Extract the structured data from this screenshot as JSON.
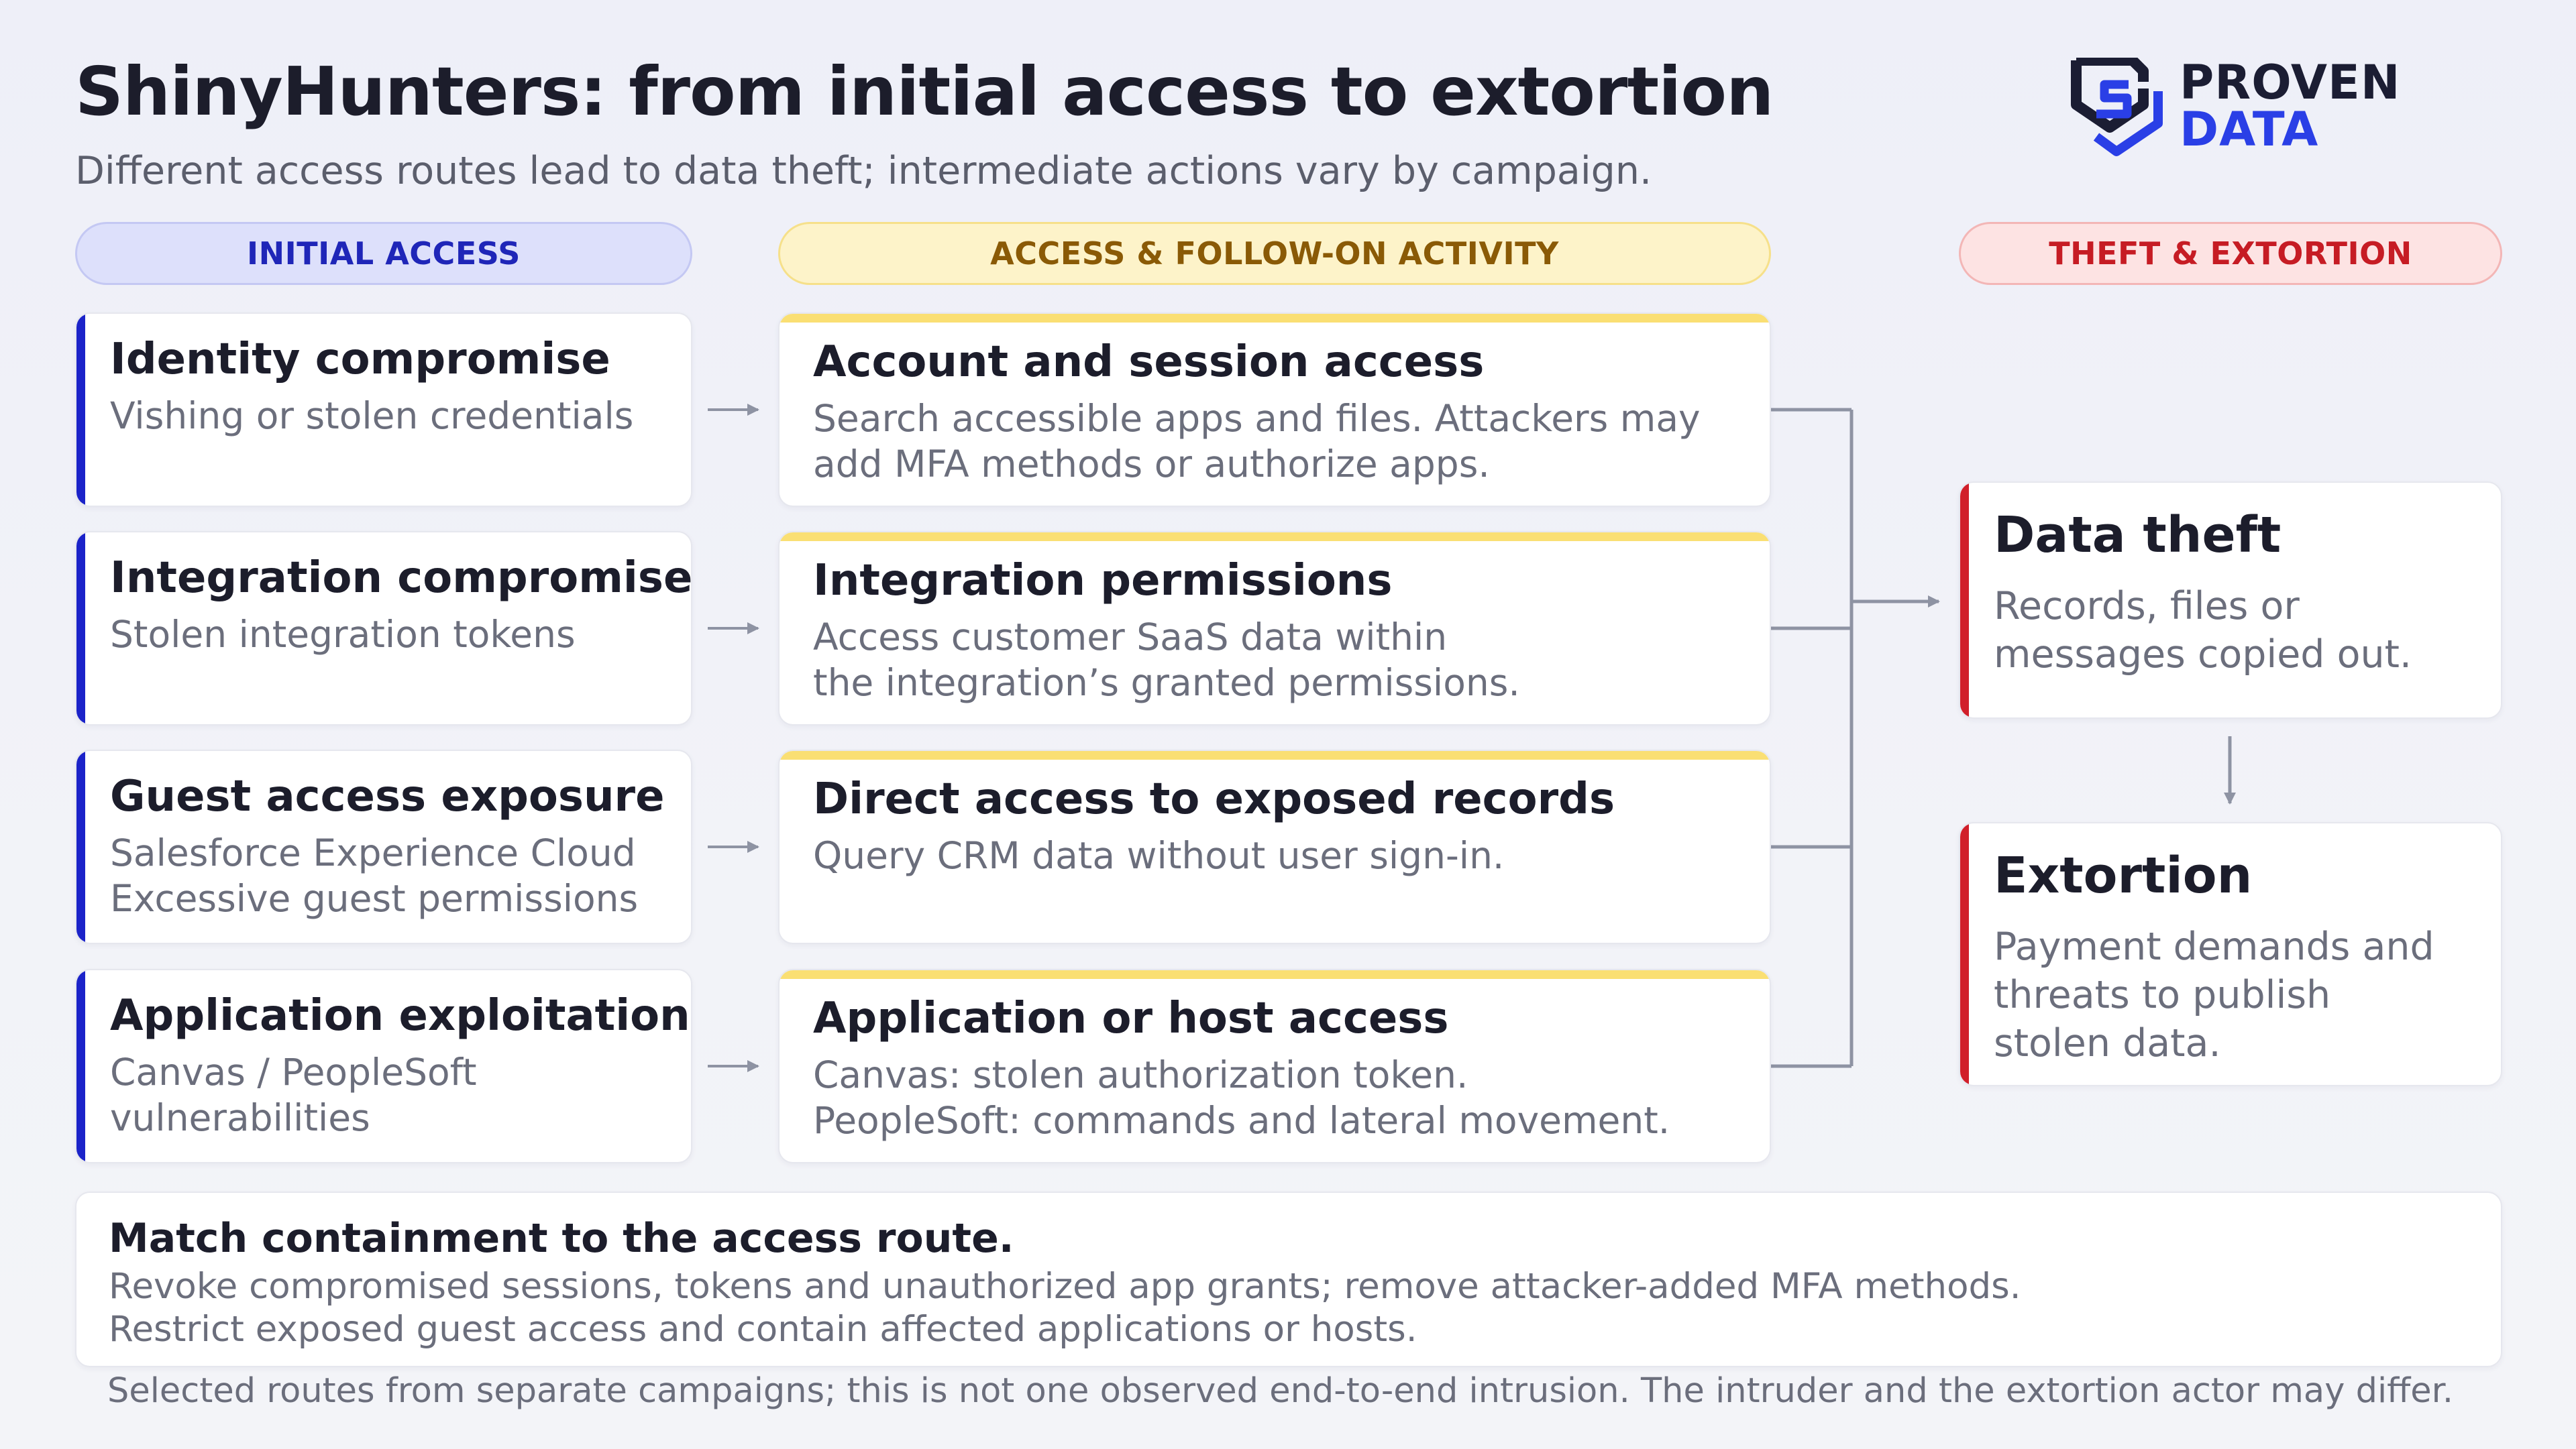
{
  "header": {
    "title": "ShinyHunters: from initial access to extortion",
    "subtitle": "Different access routes lead to data theft; intermediate actions vary by campaign."
  },
  "logo": {
    "line1": "PROVEN",
    "line2": "DATA",
    "icon": "shield-s-logo-icon"
  },
  "columns": {
    "initial": "INITIAL ACCESS",
    "activity": "ACCESS & FOLLOW-ON ACTIVITY",
    "outcome": "THEFT & EXTORTION"
  },
  "rows": [
    {
      "initial": {
        "title": "Identity compromise",
        "lines": [
          "Vishing or stolen credentials"
        ]
      },
      "activity": {
        "title": "Account and session access",
        "lines": [
          "Search accessible apps and files. Attackers may",
          "add MFA methods or authorize apps."
        ]
      }
    },
    {
      "initial": {
        "title": "Integration compromise",
        "lines": [
          "Stolen integration tokens"
        ]
      },
      "activity": {
        "title": "Integration permissions",
        "lines": [
          "Access customer SaaS data within",
          "the integration’s granted permissions."
        ]
      }
    },
    {
      "initial": {
        "title": "Guest access exposure",
        "lines": [
          "Salesforce Experience Cloud",
          "Excessive guest permissions"
        ]
      },
      "activity": {
        "title": "Direct access to exposed records",
        "lines": [
          "Query CRM data without user sign-in."
        ]
      }
    },
    {
      "initial": {
        "title": "Application exploitation",
        "lines": [
          "Canvas / PeopleSoft",
          "vulnerabilities"
        ]
      },
      "activity": {
        "title": "Application or host access",
        "lines": [
          "Canvas: stolen authorization token.",
          "PeopleSoft: commands and lateral movement."
        ]
      }
    }
  ],
  "outcomes": {
    "theft": {
      "title": "Data theft",
      "lines": [
        "Records, files or",
        "messages copied out."
      ]
    },
    "extortion": {
      "title": "Extortion",
      "lines": [
        "Payment demands and",
        "threats to publish",
        "stolen data."
      ]
    }
  },
  "containment": {
    "title": "Match containment to the access route.",
    "lines": [
      "Revoke compromised sessions, tokens and unauthorized app grants; remove attacker-added MFA methods.",
      "Restrict exposed guest access and contain affected applications or hosts."
    ]
  },
  "footer": "Selected routes from separate campaigns; this is not one observed end-to-end intrusion. The intruder and the extortion actor may differ.",
  "colors": {
    "initial_accent": "#1b23c9",
    "activity_accent": "#fadf73",
    "outcome_accent": "#d11f2a",
    "connector": "#8e93a3"
  }
}
